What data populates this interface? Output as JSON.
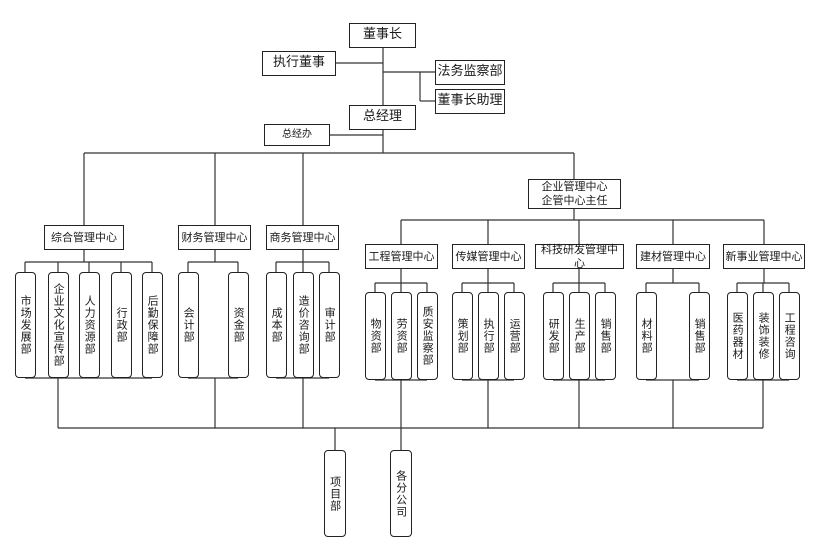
{
  "nodes": {
    "chairman": "董事长",
    "executive_director": "执行董事",
    "legal_supervision": "法务监察部",
    "chairman_assistant": "董事长助理",
    "general_manager": "总经理",
    "gm_office": "总经办",
    "enterprise_center": "企业管理中心\n企管中心主任",
    "comprehensive_center": "综合管理中心",
    "finance_center": "财务管理中心",
    "business_center": "商务管理中心",
    "engineering_center": "工程管理中心",
    "media_center": "传媒管理中心",
    "rnd_center": "科技研发管理中心",
    "materials_center": "建材管理中心",
    "new_business_center": "新事业管理中心",
    "market_dev": "市场发展部",
    "culture_promo": "企业文化宣传部",
    "hr": "人力资源部",
    "admin": "行政部",
    "logistics": "后勤保障部",
    "accounting": "会计部",
    "funds": "资金部",
    "cost": "成本部",
    "pricing_consult": "造价咨询部",
    "audit": "审计部",
    "supplies": "物资部",
    "labor": "劳资部",
    "quality_safety": "质安监察部",
    "planning": "策划部",
    "execution": "执行部",
    "operations": "运营部",
    "research": "研发部",
    "production": "生产部",
    "sales_rnd": "销售部",
    "materials": "材料部",
    "sales_materials": "销售部",
    "medical_equipment": "医药器材",
    "decoration": "装饰装修",
    "engineering_consult": "工程咨询",
    "project_dept": "项目部",
    "branches": "各分公司"
  }
}
